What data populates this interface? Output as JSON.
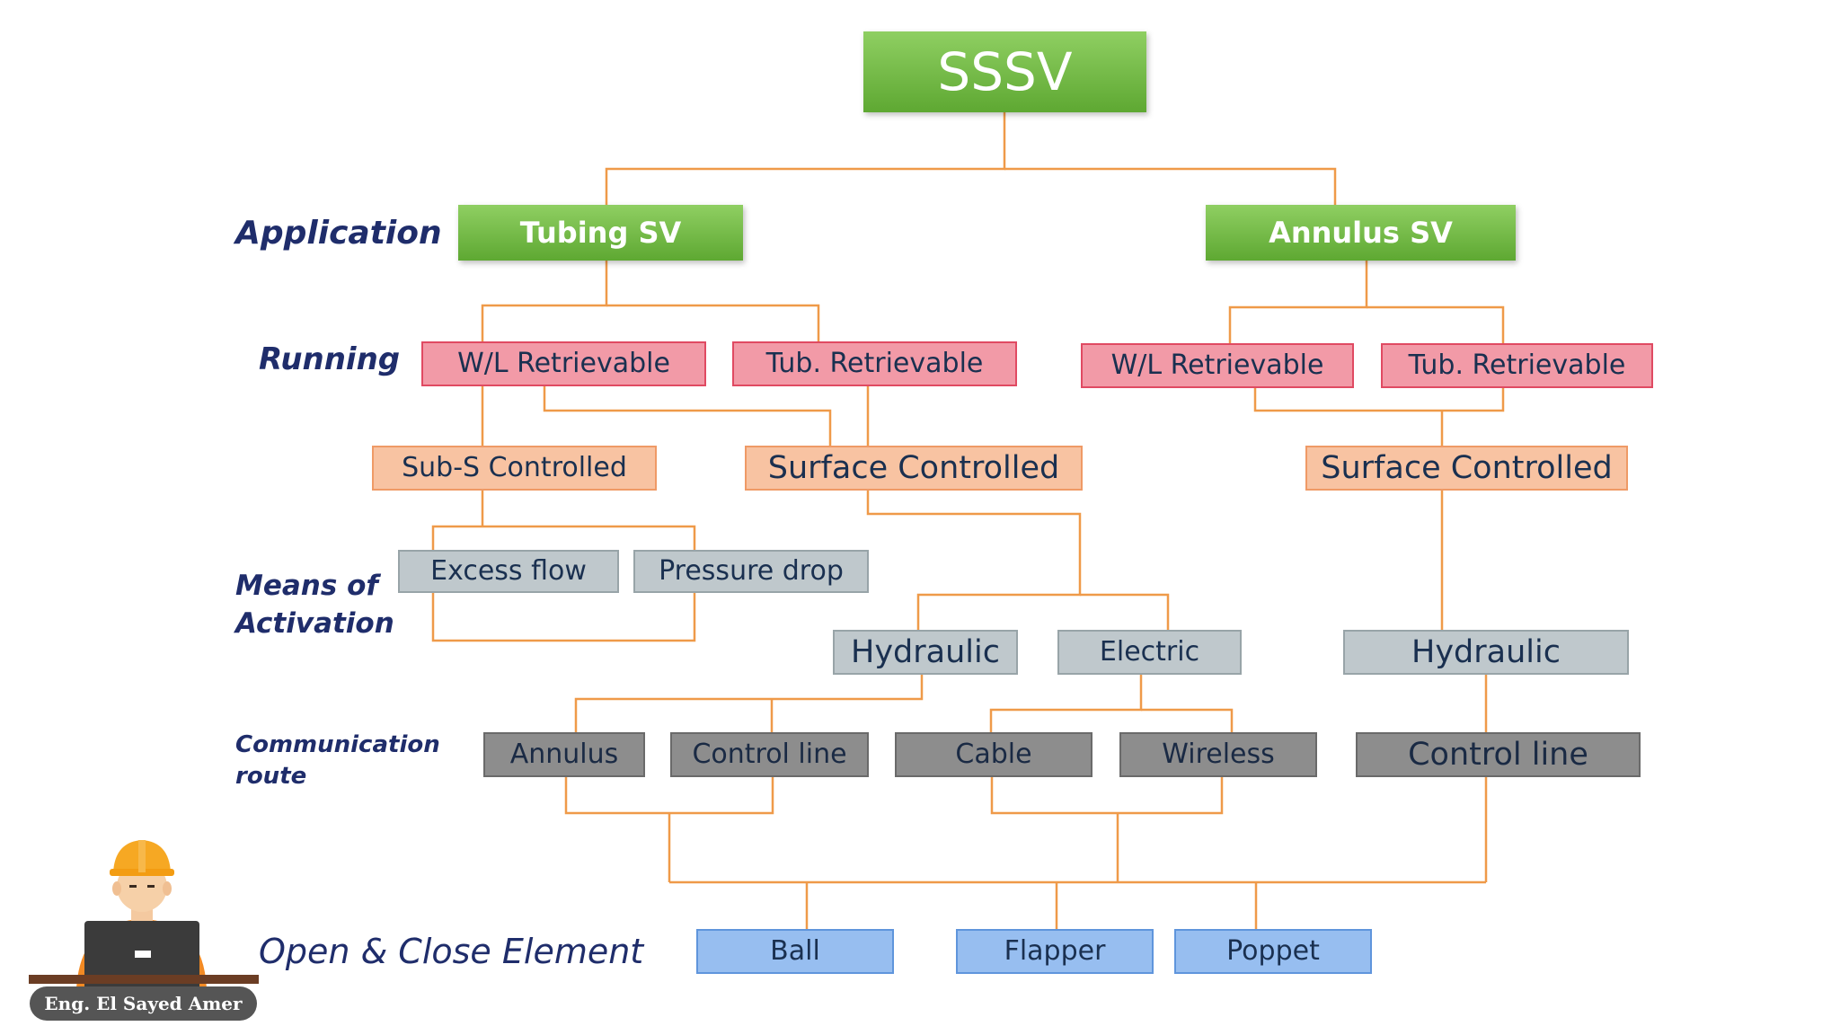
{
  "root": {
    "label": "SSSV"
  },
  "row_labels": {
    "application": "Application",
    "running": "Running",
    "activation_line1": "Means of",
    "activation_line2": "Activation",
    "route_line1": "Communication",
    "route_line2": "route",
    "element": "Open & Close Element"
  },
  "application": {
    "tubing_sv": "Tubing SV",
    "annulus_sv": "Annulus SV"
  },
  "running": {
    "tubing_wl": "W/L Retrievable",
    "tubing_tub": "Tub. Retrievable",
    "annulus_wl": "W/L Retrievable",
    "annulus_tub": "Tub. Retrievable"
  },
  "control": {
    "sub_s": "Sub-S Controlled",
    "surface_left": "Surface Controlled",
    "surface_right": "Surface Controlled"
  },
  "activation": {
    "excess_flow": "Excess flow",
    "pressure_drop": "Pressure drop",
    "hydraulic_left": "Hydraulic",
    "electric": "Electric",
    "hydraulic_right": "Hydraulic"
  },
  "route": {
    "annulus": "Annulus",
    "control_line_left": "Control line",
    "cable": "Cable",
    "wireless": "Wireless",
    "control_line_right": "Control line"
  },
  "elements": {
    "ball": "Ball",
    "flapper": "Flapper",
    "poppet": "Poppet"
  },
  "author": "Eng. El Sayed Amer",
  "colors": {
    "connector": "#ef9a49",
    "label_text": "#1f2d6b",
    "green": "#6ab63e",
    "pink": "#f29aa7",
    "orange": "#f8c3a2",
    "light_gray": "#bfc8cc",
    "dark_gray": "#8d8d8d",
    "blue": "#97bef0"
  }
}
